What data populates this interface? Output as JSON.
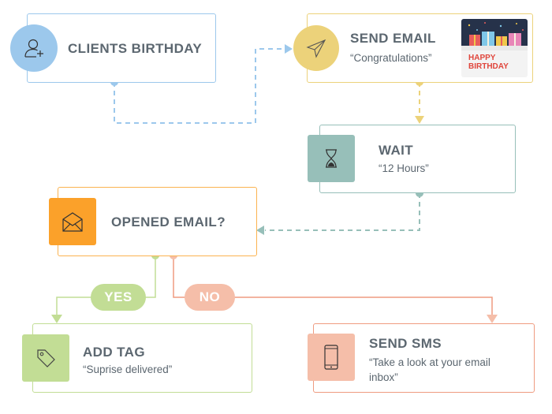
{
  "nodes": {
    "clients_birthday": {
      "title": "CLIENTS BIRTHDAY",
      "icon": "add-user-icon"
    },
    "send_email": {
      "title": "SEND EMAIL",
      "subtitle": "“Congratulations”",
      "icon": "paper-plane-icon",
      "card_text_line1": "HAPPY",
      "card_text_line2": "BIRTHDAY"
    },
    "wait": {
      "title": "WAIT",
      "subtitle": "“12 Hours”",
      "icon": "hourglass-icon"
    },
    "opened_email": {
      "title": "OPENED EMAIL?",
      "icon": "envelope-icon"
    },
    "add_tag": {
      "title": "ADD TAG",
      "subtitle": "“Suprise delivered”",
      "icon": "tag-icon"
    },
    "send_sms": {
      "title": "SEND SMS",
      "subtitle_line1": "“Take a look at your email",
      "subtitle_line2": "inbox”",
      "icon": "smartphone-icon"
    }
  },
  "branches": {
    "yes": "YES",
    "no": "NO"
  },
  "colors": {
    "blue": "#9cc8ec",
    "yellow": "#ecd27a",
    "teal": "#97bfb9",
    "orange": "#fba12a",
    "green": "#c2dd95",
    "salmon": "#f5bea9",
    "text": "#5c6770"
  }
}
